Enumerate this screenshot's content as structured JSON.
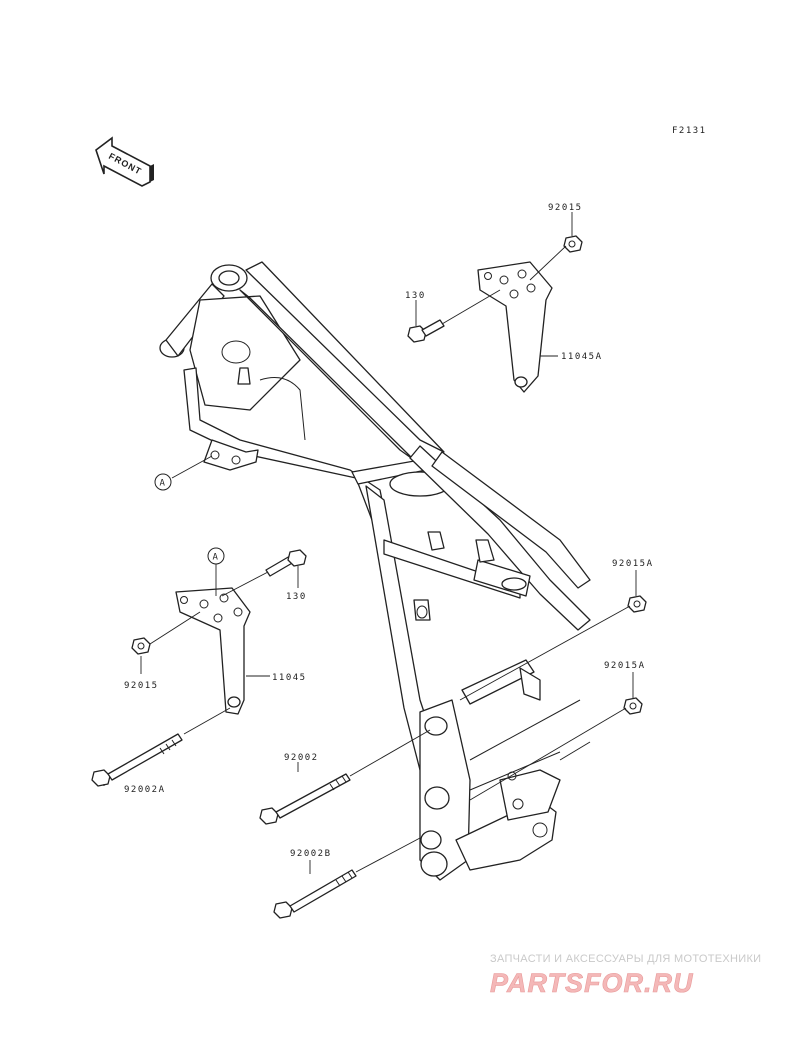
{
  "diagram": {
    "figure_code": "F2131",
    "front_indicator": "FRONT",
    "ref_marker": "A",
    "parts": [
      {
        "id": "p-92015-top",
        "number": "92015"
      },
      {
        "id": "p-130-top",
        "number": "130"
      },
      {
        "id": "p-11045A",
        "number": "11045A"
      },
      {
        "id": "p-ref-A-frame",
        "number": "A"
      },
      {
        "id": "p-ref-A-bracket",
        "number": "A"
      },
      {
        "id": "p-130-mid",
        "number": "130"
      },
      {
        "id": "p-92015A-upper",
        "number": "92015A"
      },
      {
        "id": "p-92015A-lower",
        "number": "92015A"
      },
      {
        "id": "p-92015-left",
        "number": "92015"
      },
      {
        "id": "p-11045",
        "number": "11045"
      },
      {
        "id": "p-92002A",
        "number": "92002A"
      },
      {
        "id": "p-92002",
        "number": "92002"
      },
      {
        "id": "p-92002B",
        "number": "92002B"
      }
    ]
  },
  "watermark": {
    "tagline": "ЗАПЧАСТИ И АКСЕССУАРЫ ДЛЯ МОТОТЕХНИКИ",
    "logo_text": "PARTSFOR.RU"
  }
}
